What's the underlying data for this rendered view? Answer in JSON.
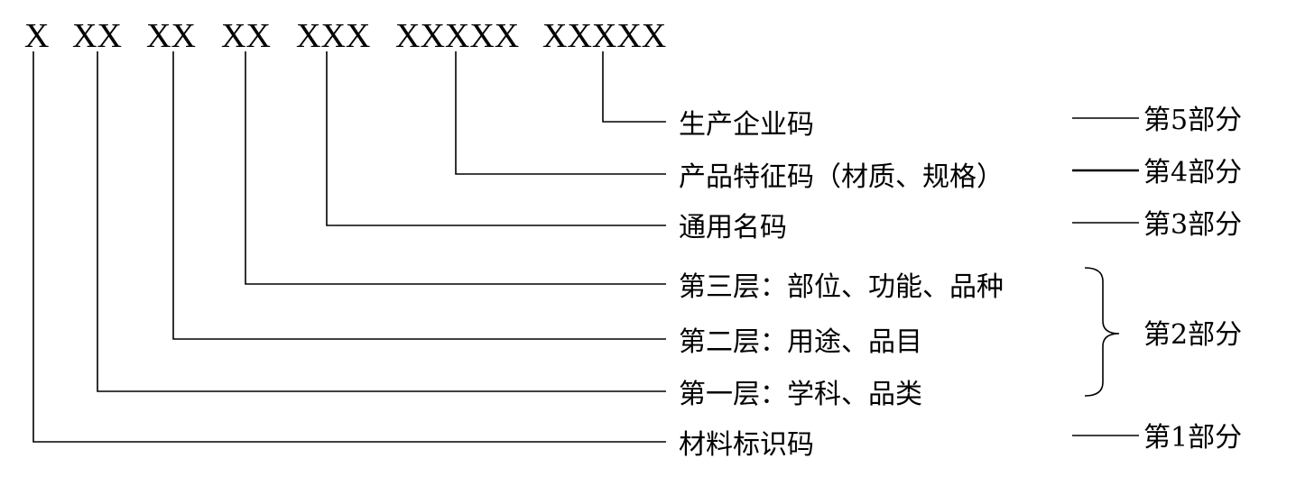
{
  "code_segments": [
    "X",
    "XX",
    "XX",
    "XX",
    "XXX",
    "XXXXX",
    "XXXXX"
  ],
  "labels": {
    "manufacturer": "生产企业码",
    "feature": "产品特征码（材质、规格）",
    "generic_name": "通用名码",
    "layer3": "第三层：部位、功能、品种",
    "layer2": "第二层：用途、品目",
    "layer1": "第一层：学科、品类",
    "identifier": "材料标识码"
  },
  "parts": {
    "p5": "第5部分",
    "p4": "第4部分",
    "p3": "第3部分",
    "p2": "第2部分",
    "p1": "第1部分"
  }
}
